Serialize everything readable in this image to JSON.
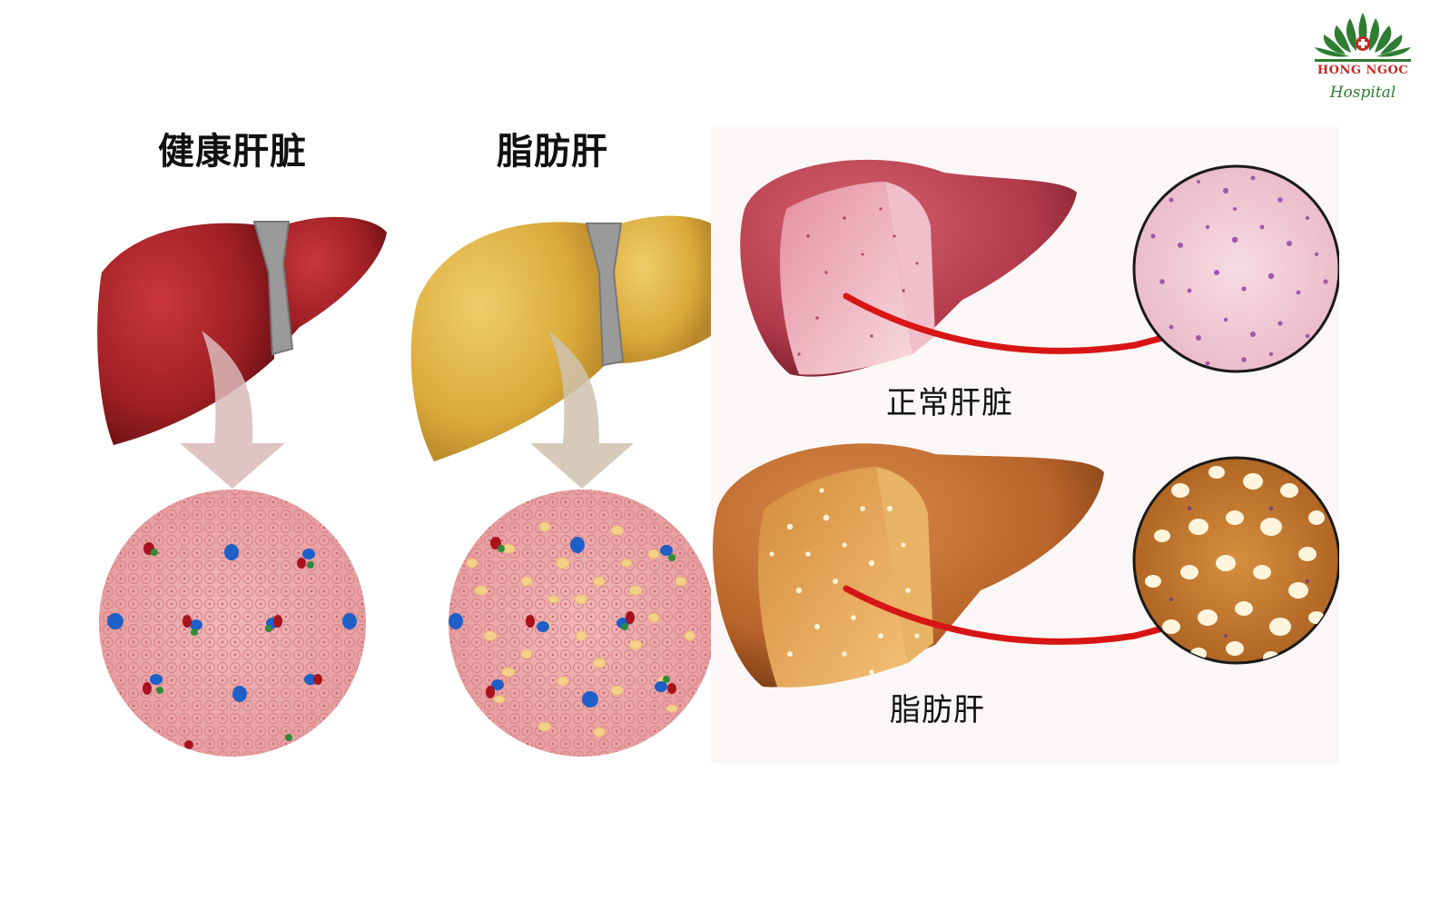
{
  "labels": {
    "healthy_liver": "健康肝脏",
    "fatty_liver_left": "脂肪肝",
    "normal_liver": "正常肝脏",
    "fatty_liver_right": "脂肪肝"
  },
  "logo": {
    "name": "HONG NGOC",
    "script": "Hospital"
  },
  "colors": {
    "healthy_liver": "#9e1f24",
    "fatty_liver": "#d9a93a",
    "normal_section": "#b23a4a",
    "fatty_section": "#b8642a",
    "arrow_red": "#d81515",
    "logo_green": "#2e7d32",
    "logo_red": "#c62828"
  }
}
